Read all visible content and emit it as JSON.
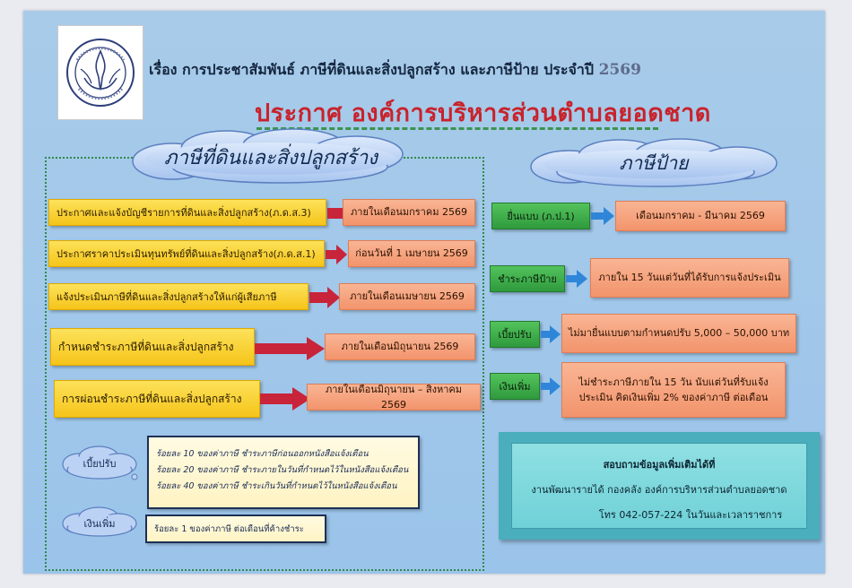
{
  "header": {
    "title": "เรื่อง การประชาสัมพันธ์ ภาษีที่ดินและสิ่งปลูกสร้าง และภาษีป้าย ประจำปี",
    "year": "2569",
    "subtitle": "ประกาศ องค์การบริหารส่วนตำบลยอดชาด"
  },
  "land_tax": {
    "heading": "ภาษีที่ดินและสิ่งปลูกสร้าง",
    "steps": [
      {
        "label": "ประกาศและแจ้งบัญชีรายการที่ดินและสิ่งปลูกสร้าง(ภ.ด.ส.3)",
        "deadline": "ภายในเดือนมกราคม 2569"
      },
      {
        "label": "ประกาศราคาประเมินทุนทรัพย์ที่ดินและสิ่งปลูกสร้าง(ภ.ด.ส.1)",
        "deadline": "ก่อนวันที่ 1 เมษายน 2569"
      },
      {
        "label": "แจ้งประเมินภาษีที่ดินและสิ่งปลูกสร้างให้แก่ผู้เสียภาษี",
        "deadline": "ภายในเดือนเมษายน 2569"
      },
      {
        "label": "กำหนดชำระภาษีที่ดินและสิ่งปลูกสร้าง",
        "deadline": "ภายในเดือนมิถุนายน 2569"
      },
      {
        "label": "การผ่อนชำระภาษีที่ดินและสิ่งปลูกสร้าง",
        "deadline": "ภายในเดือนมิถุนายน – สิงหาคม 2569"
      }
    ],
    "fine": {
      "cloud_label": "เบี้ยปรับ",
      "lines": [
        "ร้อยละ 10 ของค่าภาษี ชำระภาษีก่อนออกหนังสือแจ้งเตือน",
        "ร้อยละ 20 ของค่าภาษี ชำระภายในวันที่กำหนดไว้ในหนังสือแจ้งเตือน",
        "ร้อยละ 40 ของค่าภาษี ชำระเกินวันที่กำหนดไว้ในหนังสือแจ้งเตือน"
      ]
    },
    "surcharge": {
      "cloud_label": "เงินเพิ่ม",
      "line": "ร้อยละ 1 ของค่าภาษี ต่อเดือนที่ค้างชำระ"
    }
  },
  "sign_tax": {
    "heading": "ภาษีป้าย",
    "steps": [
      {
        "label": "ยื่นแบบ (ภ.ป.1)",
        "detail": "เดือนมกราคม - มีนาคม 2569"
      },
      {
        "label": "ชำระภาษีป้าย",
        "detail": "ภายใน 15 วันแต่วันที่ได้รับการแจ้งประเมิน"
      },
      {
        "label": "เบี้ยปรับ",
        "detail": "ไม่มายื่นแบบตามกำหนดปรับ 5,000 – 50,000 บาท"
      },
      {
        "label": "เงินเพิ่ม",
        "detail_line1": "ไม่ชำระภาษีภายใน 15 วัน นับแต่วันที่รับแจ้ง",
        "detail_line2": "ประเมิน คิดเงินเพิ่ม 2% ของค่าภาษี ต่อเดือน"
      }
    ]
  },
  "contact": {
    "title": "สอบถามข้อมูลเพิ่มเติมได้ที่",
    "office": "งานพัฒนารายได้ กองคลัง องค์การบริหารส่วนตำบลยอดชาด",
    "phone": "โทร  042-057-224 ในวันและเวลาราชการ"
  },
  "colors": {
    "background": "#9fc6ea",
    "headline_red": "#c8232c",
    "yellow": "#f7c928",
    "salmon": "#f4a07c",
    "green": "#3aa847",
    "arrow_red": "#c8243a",
    "arrow_blue": "#2f86d8",
    "teal": "#7fd8dc"
  },
  "icons": [
    "agency-seal-icon",
    "right-arrow-icon",
    "cloud-icon"
  ]
}
